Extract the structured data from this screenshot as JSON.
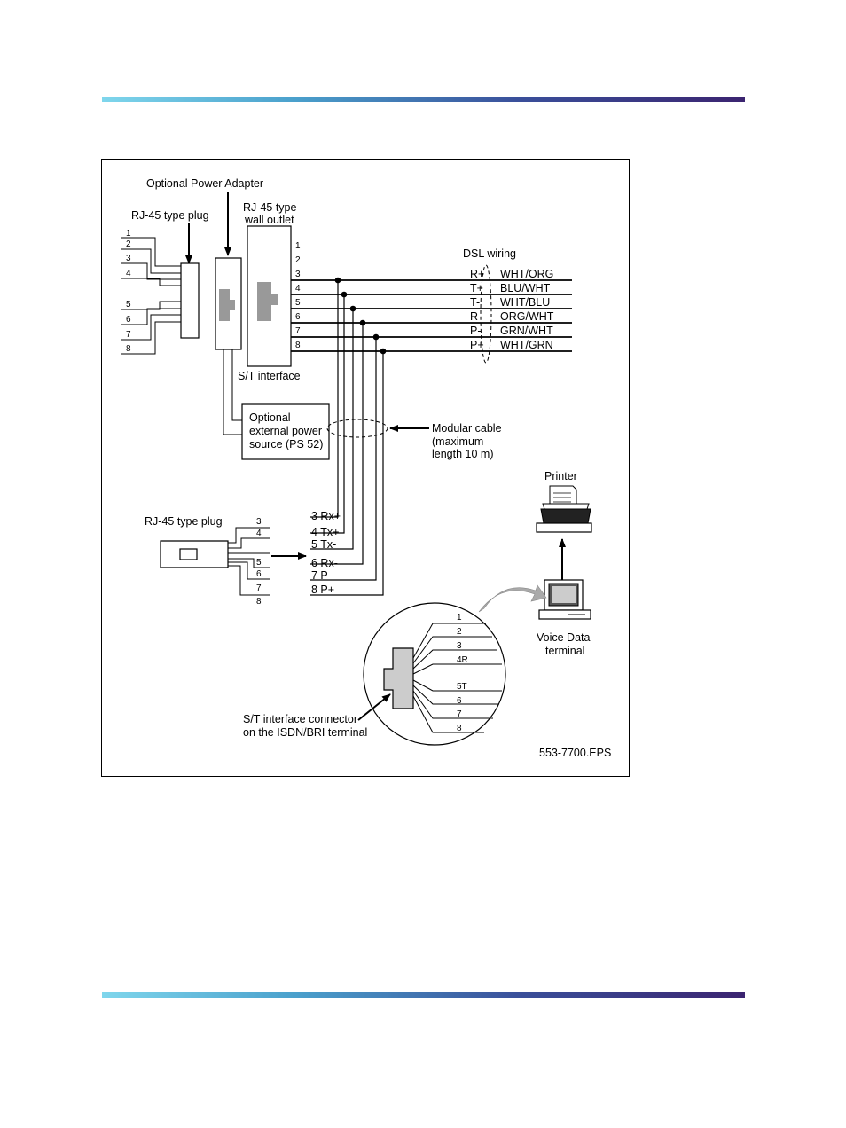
{
  "labels": {
    "optional_power_adapter": "Optional Power Adapter",
    "rj45_plug": "RJ-45 type plug",
    "wall_outlet_1": "RJ-45 type",
    "wall_outlet_2": "wall outlet",
    "dsl_wiring": "DSL wiring",
    "st_interface": "S/T interface",
    "ext_power_1": "Optional",
    "ext_power_2": "external power",
    "ext_power_3": "source (PS 52)",
    "modular_1": "Modular cable",
    "modular_2": "(maximum",
    "modular_3": "length 10 m)",
    "printer": "Printer",
    "rj45_plug_2": "RJ-45 type plug",
    "vdt_1": "Voice Data",
    "vdt_2": "terminal",
    "st_conn_1": "S/T interface connector",
    "st_conn_2": "on the ISDN/BRI terminal",
    "figure_id": "553-7700.EPS"
  },
  "plug_pins": [
    "1",
    "2",
    "3",
    "4",
    "5",
    "6",
    "7",
    "8"
  ],
  "outlet_pins": [
    "1",
    "2",
    "3",
    "4",
    "5",
    "6",
    "7",
    "8"
  ],
  "dsl_signals": [
    {
      "sig": "R+",
      "color": "WHT/ORG"
    },
    {
      "sig": "T+",
      "color": "BLU/WHT"
    },
    {
      "sig": "T-",
      "color": "WHT/BLU"
    },
    {
      "sig": "R-",
      "color": "ORG/WHT"
    },
    {
      "sig": "P-",
      "color": "GRN/WHT"
    },
    {
      "sig": "P+",
      "color": "WHT/GRN"
    }
  ],
  "plug2_pins": [
    "3",
    "4",
    "5",
    "6",
    "7",
    "8"
  ],
  "term_pins": [
    "3 Rx+",
    "4 Tx+",
    "5 Tx-",
    "6 Rx-",
    "7 P-",
    "8 P+"
  ],
  "circle_pins": [
    "1",
    "2",
    "3",
    "4R",
    "5T",
    "6",
    "7",
    "8"
  ]
}
